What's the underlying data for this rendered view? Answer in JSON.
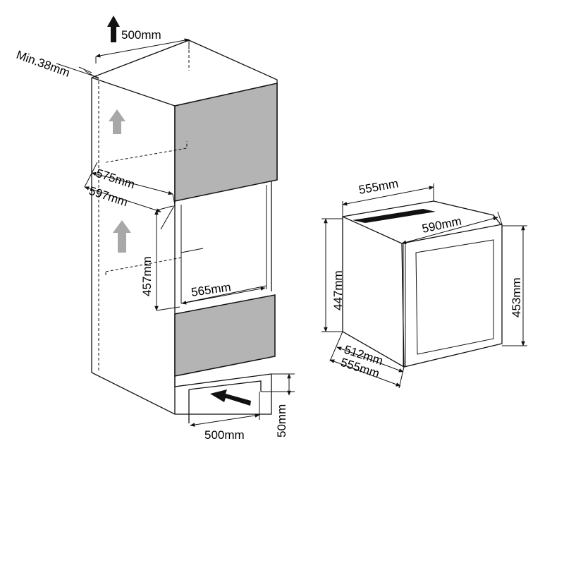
{
  "cabinet": {
    "dims": {
      "top_depth": "500mm",
      "min_gap": "Min.38mm",
      "niche_depth_inner": "575mm",
      "niche_depth_outer": "597mm",
      "niche_height": "457mm",
      "niche_width": "565mm",
      "bottom_vent_depth": "500mm",
      "bottom_vent_height": "50mm"
    }
  },
  "appliance": {
    "dims": {
      "width_top": "555mm",
      "depth_door_open": "590mm",
      "body_height": "447mm",
      "total_height": "453mm",
      "depth_body": "512mm",
      "depth_total": "555mm"
    }
  },
  "colors": {
    "panel": "#b4b4b4",
    "line": "#111111",
    "arrow_gray": "#a8a8a8"
  }
}
